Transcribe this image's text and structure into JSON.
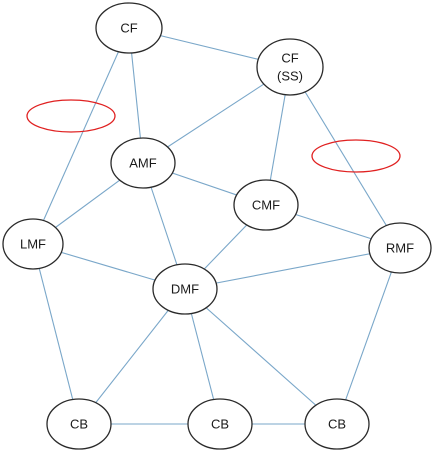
{
  "diagram": {
    "nodes": [
      {
        "id": "cf_top",
        "label": "CF"
      },
      {
        "id": "cf_ss",
        "label": "CF",
        "sublabel": "(SS)"
      },
      {
        "id": "amf",
        "label": "AMF"
      },
      {
        "id": "cmf",
        "label": "CMF"
      },
      {
        "id": "lmf",
        "label": "LMF"
      },
      {
        "id": "rmf",
        "label": "RMF"
      },
      {
        "id": "dmf",
        "label": "DMF"
      },
      {
        "id": "cb_left",
        "label": "CB"
      },
      {
        "id": "cb_mid",
        "label": "CB"
      },
      {
        "id": "cb_right",
        "label": "CB"
      }
    ],
    "edges": [
      [
        "cf_top",
        "cf_ss"
      ],
      [
        "cf_top",
        "amf"
      ],
      [
        "cf_top",
        "lmf"
      ],
      [
        "cf_ss",
        "amf"
      ],
      [
        "cf_ss",
        "cmf"
      ],
      [
        "cf_ss",
        "rmf"
      ],
      [
        "amf",
        "cmf"
      ],
      [
        "amf",
        "lmf"
      ],
      [
        "amf",
        "dmf"
      ],
      [
        "cmf",
        "dmf"
      ],
      [
        "cmf",
        "rmf"
      ],
      [
        "lmf",
        "dmf"
      ],
      [
        "lmf",
        "cb_left"
      ],
      [
        "dmf",
        "rmf"
      ],
      [
        "dmf",
        "cb_left"
      ],
      [
        "dmf",
        "cb_mid"
      ],
      [
        "dmf",
        "cb_right"
      ],
      [
        "rmf",
        "cb_right"
      ],
      [
        "cb_left",
        "cb_mid"
      ],
      [
        "cb_mid",
        "cb_right"
      ]
    ],
    "markers": [
      {
        "id": "left-marker",
        "color": "#e02020"
      },
      {
        "id": "right-marker",
        "color": "#e02020"
      }
    ],
    "colors": {
      "edge": "#7aa7c9",
      "node_border": "#2a2a2a",
      "marker": "#e02020"
    }
  }
}
